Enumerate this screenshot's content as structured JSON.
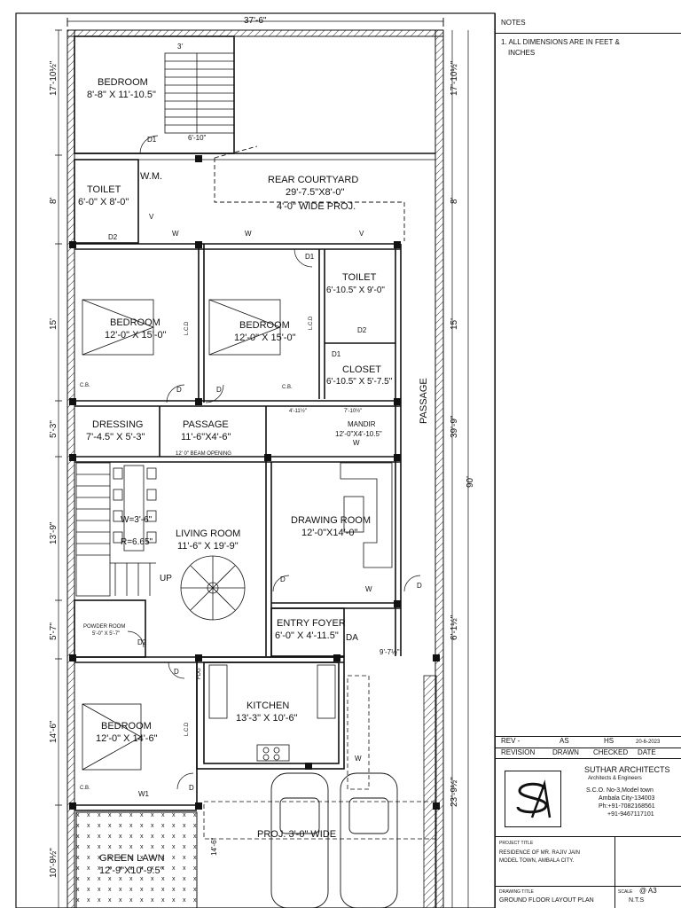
{
  "overall_width": "37'-6\"",
  "overall_depth": "90'",
  "rooms": {
    "bedroom_top": {
      "name": "BEDROOM",
      "size": "8'-8\" X 11'-10.5\""
    },
    "toilet_left": {
      "name": "TOILET",
      "size": "6'-0\" X 8'-0\""
    },
    "wm": "W.M.",
    "rear_courtyard": {
      "name": "REAR COURTYARD",
      "size": "29'-7.5\"X8'-0\"",
      "note": "4'-0\" WIDE PROJ."
    },
    "bedroom_a": {
      "name": "BEDROOM",
      "size": "12'-0\" X 15'-0\""
    },
    "bedroom_b": {
      "name": "BEDROOM",
      "size": "12'-0\" X 15'-0\""
    },
    "toilet_right": {
      "name": "TOILET",
      "size": "6'-10.5\" X 9'-0\""
    },
    "closet": {
      "name": "CLOSET",
      "size": "6'-10.5\" X 5'-7.5\""
    },
    "dressing": {
      "name": "DRESSING",
      "size": "7'-4.5\" X 5'-3\""
    },
    "passage_mid": {
      "name": "PASSAGE",
      "size": "11'-6\"X4'-6\""
    },
    "mandir": {
      "name": "MANDIR",
      "size": "12'-0\"X4'-10.5\""
    },
    "passage_side": "PASSAGE",
    "living_room": {
      "name": "LIVING ROOM",
      "size": "11'-6\" X 19'-9\""
    },
    "drawing_room": {
      "name": "DRAWING ROOM",
      "size": "12'-0\"X14'-0\""
    },
    "stair_note": {
      "w": "W=3'-6\"",
      "r": "R=6.65\""
    },
    "stair_up": "UP",
    "powder_room": {
      "name": "POWDER ROOM",
      "size": "5'-0\" X 5'-7\""
    },
    "entry_foyer": {
      "name": "ENTRY FOYER",
      "size": "6'-0\" X 4'-11.5\""
    },
    "da": "DA",
    "kitchen": {
      "name": "KITCHEN",
      "size": "13'-3\" X 10'-6\""
    },
    "bedroom_c": {
      "name": "BEDROOM",
      "size": "12'-0\" X 14'-6\""
    },
    "green_lawn": {
      "name": "GREEN LAWN",
      "size": "12'-9\"X10'-9.5\""
    },
    "proj": "PROJ. 3'-0\" WIDE"
  },
  "dims_left": [
    "17'-10½\"",
    "8'",
    "15'",
    "5'-3\"",
    "13'-9\"",
    "5'-7\"",
    "14'-6\"",
    "10'-9½\""
  ],
  "dims_right": [
    "17'-10½\"",
    "8'",
    "15'",
    "39'-9\"",
    "6'-1½\"",
    "23'-9½\""
  ],
  "small_dims": {
    "d3": "3'",
    "d610": "6'-10\"",
    "d911": "4'-11½\"",
    "d710": "7'-10½\"",
    "d972": "9'-7½\"",
    "d146": "14'-6\""
  },
  "door_tags": {
    "d1": "D1",
    "d2": "D2",
    "d": "D",
    "w": "W",
    "w1": "W1",
    "v": "V",
    "cb": "C.B.",
    "lcd": "L.C.D",
    "fdg": "FDG",
    "lvl": "12' 0\" BEAM OPENING"
  },
  "notes": {
    "title": "NOTES",
    "item1": "1. ALL DIMENSIONS ARE IN FEET &",
    "item1b": "INCHES"
  },
  "revision": {
    "rev": "REV -",
    "as": "AS",
    "hs": "HS",
    "date_val": "20-6-2023",
    "h1": "REVISION",
    "h2": "DRAWN",
    "h3": "CHECKED",
    "h4": "DATE"
  },
  "firm": {
    "name": "SUTHAR ARCHITECTS",
    "tag": "Architects  &  Engineers",
    "addr1": "S.C.O. No-3,Model town",
    "addr2": "Ambala City-134003",
    "ph1": "Ph:+91-7082168561",
    "ph2": "+91-9467117101"
  },
  "project": {
    "label": "PROJECT TITLE",
    "line1": "RESIDENCE OF MR. RAJIV JAIN",
    "line2": "MODEL TOWN, AMBALA CITY."
  },
  "drawing": {
    "label": "DRAWING TITLE",
    "title": "GROUND FLOOR LAYOUT PLAN",
    "scale_label": "SCALE",
    "scale": "@ A3",
    "nts": "N.T.S"
  }
}
